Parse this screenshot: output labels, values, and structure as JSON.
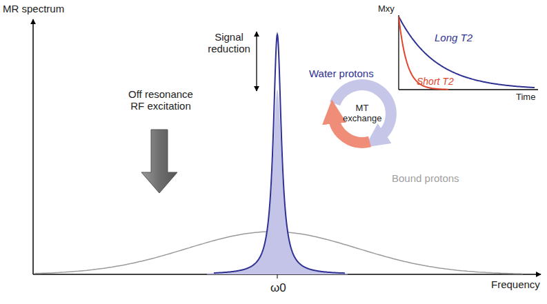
{
  "diagram": {
    "labels": [
      "MR spectrum",
      "Signal reduction",
      "Off resonance RF excitation",
      "Water protons",
      "MT exchange",
      "Bound protons",
      "Frequency",
      "ω0",
      "Mxy",
      "Long T2",
      "Short T2",
      "Time"
    ]
  }
}
